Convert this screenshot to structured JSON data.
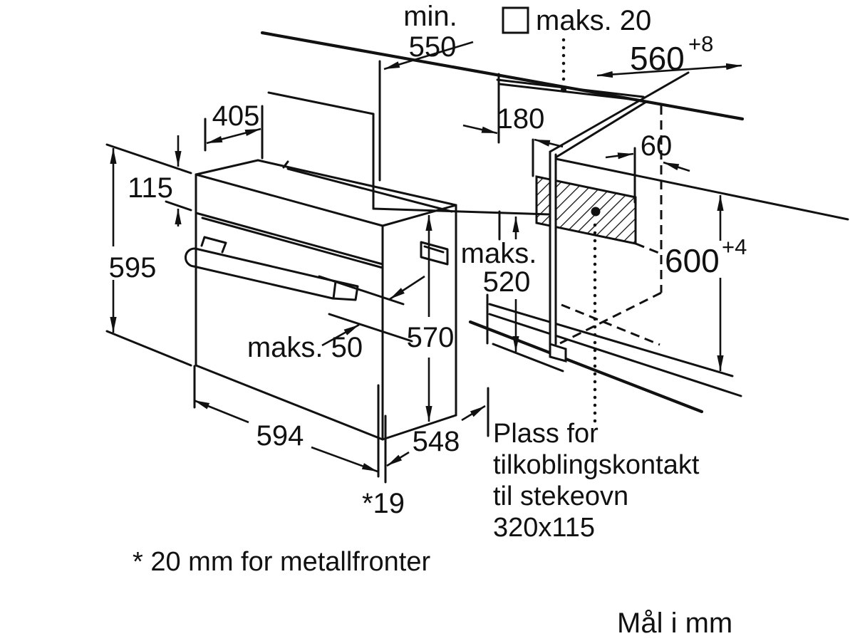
{
  "page": {
    "background": "#ffffff",
    "ink": "#111111"
  },
  "labels": {
    "min_prefix": "min.",
    "min_550": "550",
    "maks_20": "maks. 20",
    "d560": "560",
    "d560_tol": "+8",
    "d405": "405",
    "d115": "115",
    "d595": "595",
    "d180": "180",
    "d60": "60",
    "maks520_word": "maks.",
    "maks520_val": "520",
    "d570": "570",
    "maks50": "maks. 50",
    "d600": "600",
    "d600_tol": "+4",
    "d594": "594",
    "d548": "548",
    "d19": "*19",
    "plass_line1": "Plass for",
    "plass_line2": "tilkoblingskontakt",
    "plass_line3": "til stekeovn",
    "plass_line4": "320x115",
    "footnote": "* 20 mm for metallfronter",
    "units_note": "Mål i mm"
  }
}
